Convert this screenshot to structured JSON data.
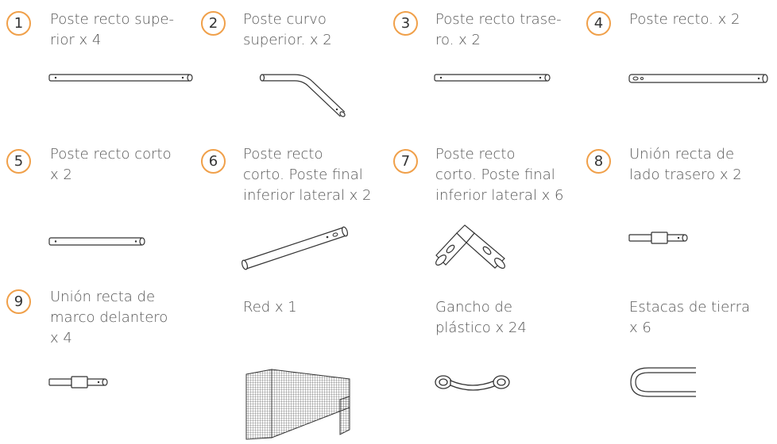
{
  "parts": [
    {
      "number": "1",
      "lines": [
        "Poste recto supe-",
        "rior x 4"
      ],
      "icon": "straight-pole-icon"
    },
    {
      "number": "2",
      "lines": [
        "Poste curvo",
        "superior. x 2"
      ],
      "icon": "curved-pole-icon"
    },
    {
      "number": "3",
      "lines": [
        "Poste recto trase-",
        "ro. x 2"
      ],
      "icon": "straight-pole-icon"
    },
    {
      "number": "4",
      "lines": [
        "Poste recto. x 2"
      ],
      "icon": "straight-pole-icon"
    },
    {
      "number": "5",
      "lines": [
        "Poste recto corto",
        "x 2"
      ],
      "icon": "short-pole-icon"
    },
    {
      "number": "6",
      "lines": [
        "Poste recto",
        "corto. Poste final",
        "inferior lateral x 2"
      ],
      "icon": "angled-pole-icon"
    },
    {
      "number": "7",
      "lines": [
        "Poste recto",
        "corto. Poste final",
        "inferior lateral x 6"
      ],
      "icon": "corner-connector-icon"
    },
    {
      "number": "8",
      "lines": [
        "Unión recta de",
        "lado trasero x 2"
      ],
      "icon": "connector-joint-icon"
    },
    {
      "number": "9",
      "lines": [
        "Unión recta de",
        "marco delantero",
        "x 4"
      ],
      "icon": "connector-joint-icon"
    },
    {
      "number": "",
      "lines": [
        "Red x 1"
      ],
      "icon": "net-icon"
    },
    {
      "number": "",
      "lines": [
        "Gancho de",
        "plástico x 24"
      ],
      "icon": "plastic-hook-icon"
    },
    {
      "number": "",
      "lines": [
        "Estacas de tierra",
        "x 6"
      ],
      "icon": "ground-stake-icon"
    }
  ],
  "colors": {
    "badge_border": "#f0a04a",
    "text": "#555555",
    "line": "#333333"
  }
}
